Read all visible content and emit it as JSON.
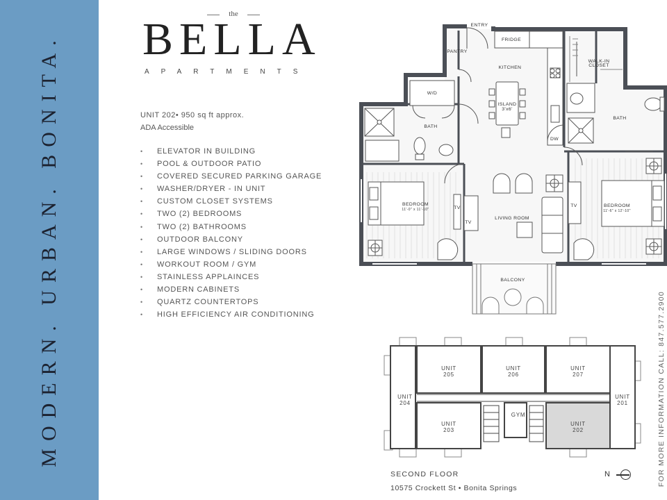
{
  "sidebar": {
    "tagline": "MODERN. URBAN. BONITA.",
    "color": "#6b9cc4"
  },
  "brand": {
    "prefix": "the",
    "name": "BELLA",
    "sub": "APARTMENTS"
  },
  "unit": {
    "summary": "UNIT 202• 950 sq ft approx.",
    "accessibility": "ADA Accessible"
  },
  "features": [
    "ELEVATOR IN BUILDING",
    "POOL & OUTDOOR PATIO",
    "COVERED SECURED PARKING GARAGE",
    "WASHER/DRYER - IN UNIT",
    "CUSTOM CLOSET SYSTEMS",
    "TWO (2) BEDROOMS",
    "TWO (2) BATHROOMS",
    "OUTDOOR BALCONY",
    "LARGE WINDOWS / SLIDING DOORS",
    "WORKOUT ROOM / GYM",
    "STAINLESS APPLAINCES",
    "MODERN CABINETS",
    "QUARTZ COUNTERTOPS",
    "HIGH EFFICIENCY AIR CONDITIONING"
  ],
  "floorplan": {
    "rooms": {
      "entry": "ENTRY",
      "fridge": "FRIDGE",
      "pantry": "PANTRY",
      "kitchen": "KITCHEN",
      "walkin1": "WALK-IN",
      "walkin2": "CLOSET",
      "wd": "W/D",
      "island1": "ISLAND",
      "island2": "3'x6'",
      "bath_left": "BATH",
      "bath_right": "BATH",
      "dw": "DW",
      "bedroom_left": "BEDROOM",
      "bedroom_left_dim": "11'-0\" x 11'-10\"",
      "bedroom_right": "BEDROOM",
      "bedroom_right_dim": "11'-6\" x 12'-10\"",
      "tv": "TV",
      "living": "LIVING ROOM",
      "balcony": "BALCONY"
    }
  },
  "siteplan": {
    "units": [
      {
        "unit": "UNIT",
        "num": "205"
      },
      {
        "unit": "UNIT",
        "num": "206"
      },
      {
        "unit": "UNIT",
        "num": "207"
      },
      {
        "unit": "UNIT",
        "num": "204"
      },
      {
        "unit": "UNIT",
        "num": "201"
      },
      {
        "unit": "UNIT",
        "num": "203"
      },
      {
        "unit": "UNIT",
        "num": "202"
      }
    ],
    "gym": "GYM",
    "highlight_color": "#d9d9d9"
  },
  "footer": {
    "floor": "SECOND FLOOR",
    "address": "10575 Crockett St • Bonita Springs",
    "north": "N",
    "contact": "FOR MORE INFORMATION CALL: 847.577.2900"
  }
}
